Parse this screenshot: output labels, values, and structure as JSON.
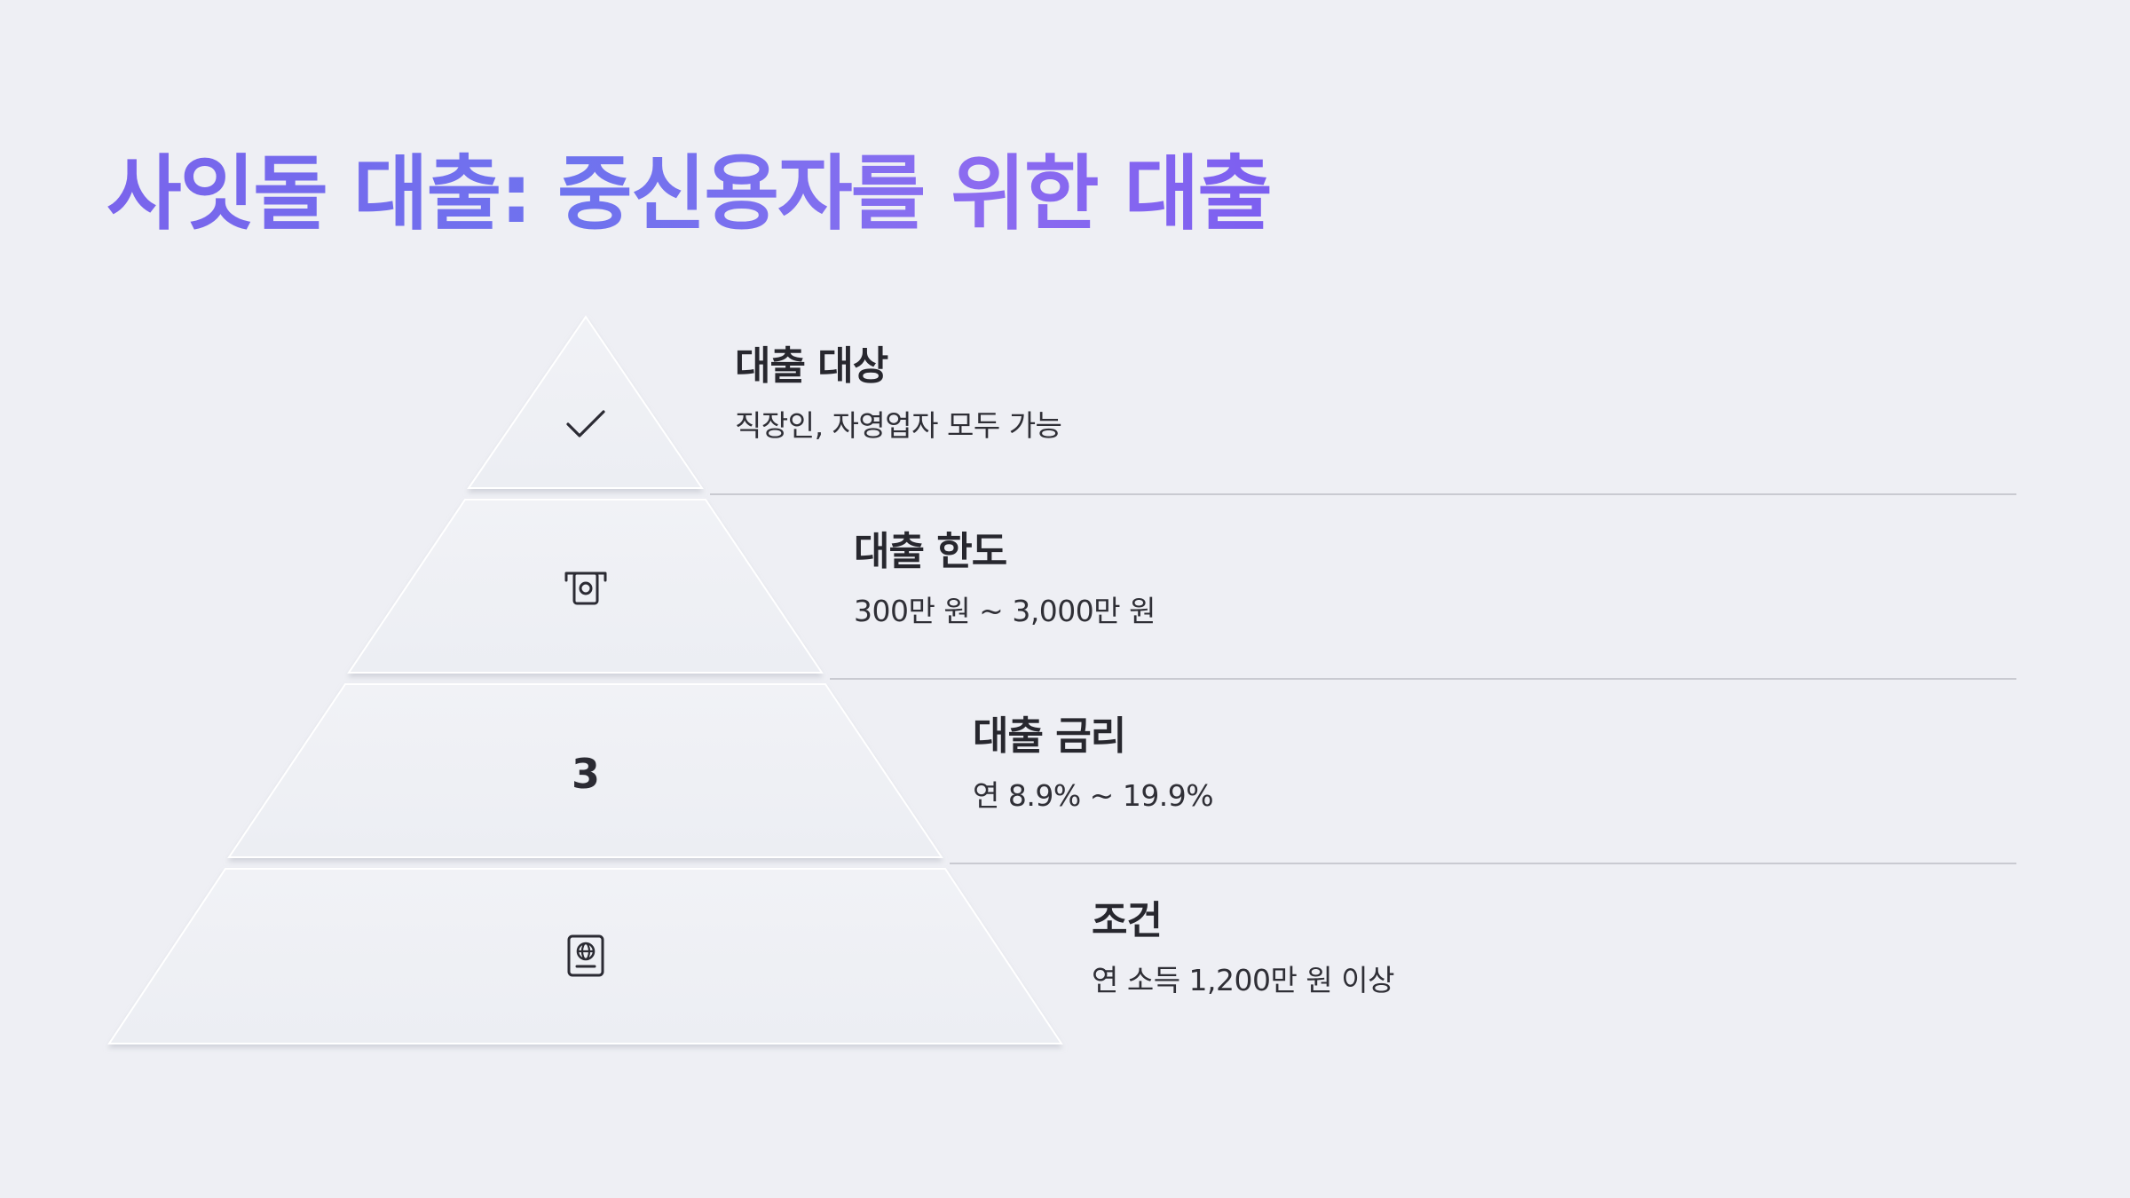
{
  "slide": {
    "title": "사잇돌 대출: 중신용자를 위한 대출"
  },
  "tiers": [
    {
      "icon": "checkmark-icon",
      "heading": "대출 대상",
      "description": "직장인, 자영업자 모두 가능"
    },
    {
      "icon": "cash-icon",
      "heading": "대출 한도",
      "description": "300만 원 ~ 3,000만 원"
    },
    {
      "number": "3",
      "heading": "대출 금리",
      "description": "연 8.9% ~ 19.9%"
    },
    {
      "icon": "passport-icon",
      "heading": "조건",
      "description": "연 소득 1,200만 원 이상"
    }
  ],
  "colors": {
    "background": "#eeeff4",
    "title_gradient_start": "#7a64ec",
    "title_gradient_end": "#7c5ff0",
    "text": "#27272e",
    "divider": "#c9cad1"
  }
}
